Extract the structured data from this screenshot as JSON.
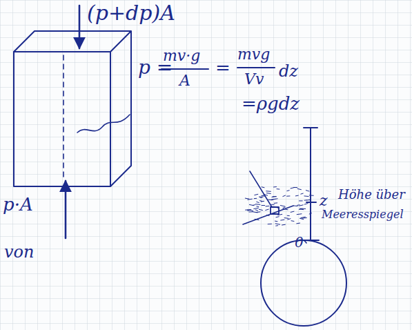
{
  "diagram": {
    "labels": [
      "(p+dp)A",
      "p =",
      "mv·g",
      "A",
      "=",
      "mvg",
      "Vv",
      "dz",
      "=ρgdz",
      "p·A",
      "von",
      "z",
      "Höhe über",
      "Meeresspiegel",
      "0"
    ]
  }
}
